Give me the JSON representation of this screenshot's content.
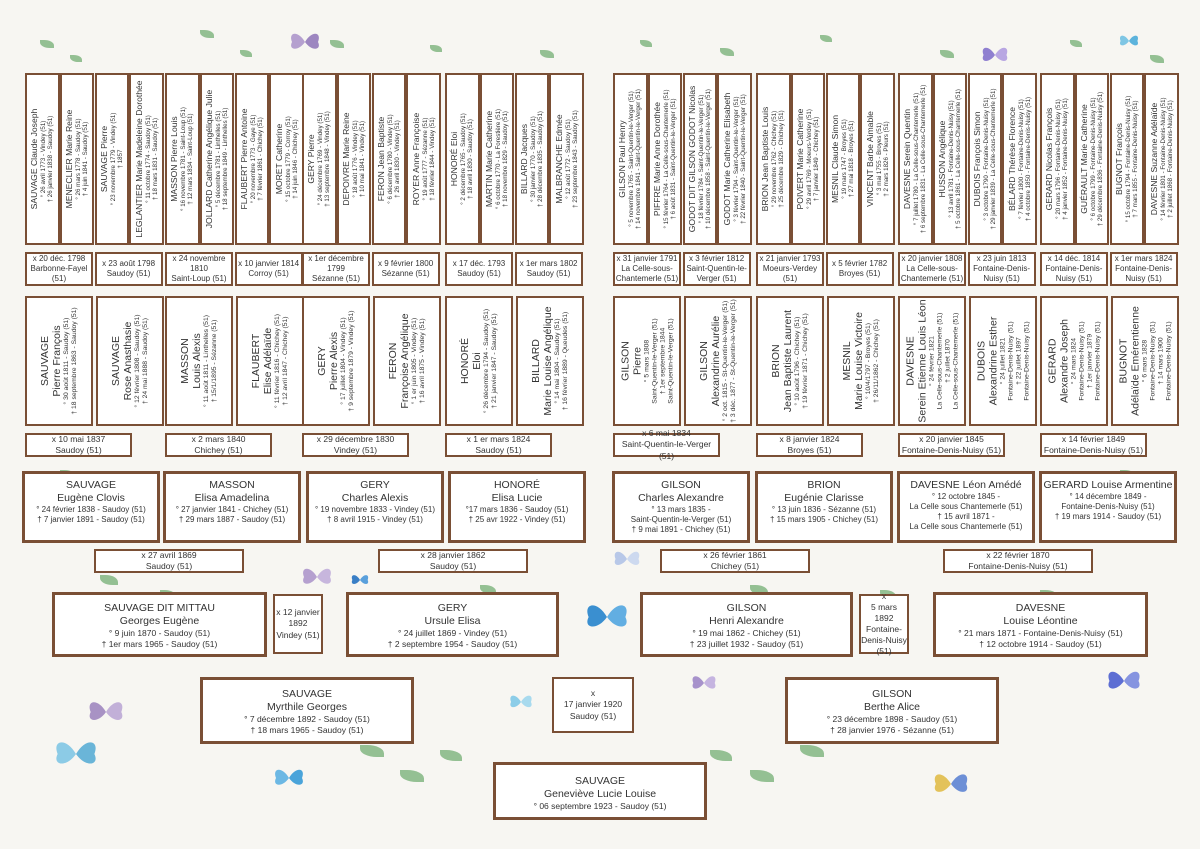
{
  "gen6": [
    {
      "name": "SAUVAGE Claude Joseph",
      "l1": "° 26 avril 1773 - Vindey (51)",
      "l2": "† 26 janvier 1838 - Saudoy (51)"
    },
    {
      "name": "MENECLIER Marie Reine",
      "l1": "° 26 mars 1778 - Saudoy (51)",
      "l2": "† 4 juin 1841 - Saudoy (51)"
    },
    {
      "name": "SAUVAGE Pierre",
      "l1": "° 23 novembre 1779 - Vindey (51)",
      "l2": "† 1857"
    },
    {
      "name": "LEGLANTIER Marie Madeleine Dorothée",
      "l1": "° 11 octobre 1774 - Saudoy (51)",
      "l2": "† 18 mars 1831 - Saudoy (51)"
    },
    {
      "name": "MASSON Pierre Louis",
      "l1": "° 16 novembre 1781 - Saint-Loup (51)",
      "l2": "† 12 mars 1834 - Saint-Loup (51)"
    },
    {
      "name": "JOLLARD Catherine Angélique Julie",
      "l1": "° 5 décembre 1781 - Linthelles (51)",
      "l2": "† 18 septembre 1849 - Linthelles (51)"
    },
    {
      "name": "FLAUBERT Pierre Antoine",
      "l1": "° 20 novembre 1773 - Gaye (51)",
      "l2": "† 7 février 1861 - Chichey (51)"
    },
    {
      "name": "MORET Catherine",
      "l1": "° 15 octobre 1779 - Corroy (51)",
      "l2": "† 14 juin 1846 - Chichey (51)"
    },
    {
      "name": "GERY Pierre",
      "l1": "° 24 décembre 1769 - Vindey (51)",
      "l2": "† 13 septembre 1848 - Vindey (51)"
    },
    {
      "name": "DEPOIVRE Marie Reine",
      "l1": "° 18 août 1776 - Vindey (51)",
      "l2": "† 10 mai 1841 - Vindey (51)"
    },
    {
      "name": "FERON Jean Baptiste",
      "l1": "° 6 décembre 1780 - Vindey (51)",
      "l2": "† 26 avril 1830 - Vindey (51)"
    },
    {
      "name": "ROYER Anne Françoise",
      "l1": "° 19 août 1777 - Sézanne (51)",
      "l2": "† 18 février 1844 - Vindey (51)"
    },
    {
      "name": "HONORÉ Eloi",
      "l1": "° 2 décembre 1765 - Saudoy (51)",
      "l2": "† 18 avril 1830 - Saudoy (51)"
    },
    {
      "name": "MARTIN Marie Catherine",
      "l1": "° 6 octobre 1770 - La Forestière (51)",
      "l2": "† 18 novembre 1829 - Saudoy (51)"
    },
    {
      "name": "BILLARD Jacques",
      "l1": "° 30 janvier 1770 - Saudoy (51)",
      "l2": "† 28 décembre 1835 - Saudoy (51)"
    },
    {
      "name": "MALBRANCHE Edmée",
      "l1": "° 12 août 1772 - Saudoy (51)",
      "l2": "† 23 septembre 1843 - Saudoy (51)"
    },
    {
      "name": "GILSON Paul Henry",
      "l1": "° 5 novembre 1765 - Saint-Quentin-le-Verger (51)",
      "l2": "† 14 novembre 1841 - Saint-Quentin-le-Verger (51)"
    },
    {
      "name": "PIFFRE Marie Anne Dorothée",
      "l1": "° 15 février 1764 - La Celle-sous-Chantemerle (51)",
      "l2": "† 6 août 1831 - Saint-Quentin-le-Verger (51)"
    },
    {
      "name": "GODOT DIT GILSON GODOT Nicolas",
      "l1": "° 18 février 1784 - Saint-Quentin-le-Verger (51)",
      "l2": "† 10 décembre 1858 - Saint-Quentin-le-Verger (51)"
    },
    {
      "name": "GODOT Marie Catherine Elisabeth",
      "l1": "° 3 février 1794 - Saint-Quentin-le-Verger (51)",
      "l2": "† 22 février 1840 - Saint-Quentin-le-Verger (51)"
    },
    {
      "name": "BRION Jean Baptiste Louis",
      "l1": "° 29 novembre 1762 - Chichey (51)",
      "l2": "† 25 décembre 1829 - Chichey (51)"
    },
    {
      "name": "POIVERT Marie Catherine",
      "l1": "° 29 avril 1769 - Moeurs-Verdey (51)",
      "l2": "† 7 janvier 1849 - Chichey (51)"
    },
    {
      "name": "MESNIL Claude Simon",
      "l1": "° 19 mars 1747 - Broyes (51)",
      "l2": "† 27 mai 1818 - Broyes (51)"
    },
    {
      "name": "VINCENT Barbe Aimable",
      "l1": "° 3 mai 1755 - Broyes (51)",
      "l2": "† 2 mars 1826 - Pleurs (51)"
    },
    {
      "name": "DAVESNE Serein Quentin",
      "l1": "° 7 juillet 1780 - La Celle-sous-Chantemerle (51)",
      "l2": "† 6 septembre 1831 - La Celle-sous-Chantemerle (51)"
    },
    {
      "name": "HUSSON Angélique",
      "l1": "° 13 avril 1781 - Fontaine-Denis-Nuisy (51)",
      "l2": "† 5 octobre 1861 - La Celle-sous-Chantemerle (51)"
    },
    {
      "name": "DUBOIS François Simon",
      "l1": "° 3 octobre 1790 - Fontaine-Denis-Nuisy (51)",
      "l2": "† 29 janvier 1839 - La Celle-sous-Chantemerle (51)"
    },
    {
      "name": "BÉLARD Thérèse Florence",
      "l1": "° 7 février 1800 - Fontaine-Denis-Nuisy (51)",
      "l2": "† 4 octobre 1850 - Fontaine-Denis-Nuisy (51)"
    },
    {
      "name": "GERARD Nicolas François",
      "l1": "° 20 mars 1796 - Fontaine-Denis-Nuisy (51)",
      "l2": "† 4 janvier 1852 - Fontaine-Denis-Nuisy (51)"
    },
    {
      "name": "GUÉRAULT Marie Catherine",
      "l1": "° 6 octobre 1799 - Fontaine-Denis-Nuisy (51)",
      "l2": "† 29 décembre 1836 - Fontaine-Denis-Nuisy (51)"
    },
    {
      "name": "BUGNOT François",
      "l1": "° 15 octobre 1794 - Fontaine-Denis-Nuisy (51)",
      "l2": "† 7 mars 1855 - Fontaine-Denis-Nuisy (51)"
    },
    {
      "name": "DAVESNE Suzanne Adélaïde",
      "l1": "° 14 février 1801 - Fontaine-Denis-Nuisy (51)",
      "l2": "† 2 juillet 1868 - Fontaine-Denis-Nuisy (51)"
    }
  ],
  "mar5": [
    {
      "l1": "x 20 déc. 1798",
      "l2": "Barbonne-Fayel (51)"
    },
    {
      "l1": "x 23 août 1798",
      "l2": "Saudoy (51)"
    },
    {
      "l1": "x 24 novembre 1810",
      "l2": "Saint-Loup (51)"
    },
    {
      "l1": "x 10 janvier 1814",
      "l2": "Corroy (51)"
    },
    {
      "l1": "x 1er décembre 1799",
      "l2": "Sézanne (51)"
    },
    {
      "l1": "x 9 février 1800",
      "l2": "Sézanne (51)"
    },
    {
      "l1": "x 17 déc. 1793",
      "l2": "Saudoy (51)"
    },
    {
      "l1": "x 1er mars 1802",
      "l2": "Saudoy (51)"
    },
    {
      "l1": "x 31 janvier 1791",
      "l2": "La Celle-sous-Chantemerle (51)"
    },
    {
      "l1": "x 3 février 1812",
      "l2": "Saint-Quentin-le-Verger (51)"
    },
    {
      "l1": "x 21 janvier 1793",
      "l2": "Moeurs-Verdey (51)"
    },
    {
      "l1": "x 5 février 1782",
      "l2": "Broyes (51)"
    },
    {
      "l1": "x 20 janvier 1808",
      "l2": "La Celle-sous-Chantemerle (51)"
    },
    {
      "l1": "x 23 juin 1813",
      "l2": "Fontaine-Denis-Nuisy (51)"
    },
    {
      "l1": "x 14 déc. 1814",
      "l2": "Fontaine-Denis-Nuisy (51)"
    },
    {
      "l1": "x 1er mars 1824",
      "l2": "Fontaine-Denis-Nuisy (51)"
    }
  ],
  "gen5": [
    {
      "surname": "SAUVAGE",
      "given": "Pierre François",
      "l1": "° 30 août 1811 - Saudoy (51)",
      "l2": "† 18 septembre 1863 - Saudoy (51)"
    },
    {
      "surname": "SAUVAGE",
      "given": "Rose Anasthasie",
      "l1": "° 12 février 1808 - Saudoy (51)",
      "l2": "† 24 mai 1888 - Saudoy (51)"
    },
    {
      "surname": "MASSON",
      "given": "Louis Alexis",
      "l1": "° 11 août 1811 - Linthelles (51)",
      "l2": "† 15/1/1895 - Sézanne (51)"
    },
    {
      "surname": "FLAUBERT",
      "given": "Elise Adélaïde",
      "l1": "° 11 février 1816 - Chichey (51)",
      "l2": "† 12 avril 1847 - Chichey (51)"
    },
    {
      "surname": "GERY",
      "given": "Pierre Alexis",
      "l1": "° 17 juillet 1804 - Vindey (51)",
      "l2": "† 9 septembre 1879 - Vindey (51)"
    },
    {
      "surname": "FERON",
      "given": "Françoise Angélique",
      "l1": "° 1 er juin 1805 - Vindey (51)",
      "l2": "† 16 avril 1875 - Vindey (51)"
    },
    {
      "surname": "HONORÉ",
      "given": "Eloi",
      "l1": "° 26 décembre 1794 - Saudoy (51)",
      "l2": "† 21 janvier 1847 - Saudoy (51)"
    },
    {
      "surname": "BILLARD",
      "given": "Marie Louise Angélique",
      "l1": "° 14 mai 1804 - Saudoy (51)",
      "l2": "† 16 février 1889 - Queudes (51)"
    },
    {
      "surname": "GILSON",
      "given": "Pierre",
      "l1": "° 5 mars 1808",
      "l2": "Saint-Quentin-le-Verger (51)",
      "l3": "† 1er septembre 1844",
      "l4": "Saint-Quentin-le-Verger (51)"
    },
    {
      "surname": "GILSON",
      "given": "Alexandrine Aurélie",
      "l1": "° 2 oct. 1815 - St-Quentin-le-Verger (51)",
      "l2": "† 3 déc. 1877 - St-Quentin-le-Verger (51)"
    },
    {
      "surname": "BRION",
      "given": "Jean Baptiste Laurent",
      "l1": "° 10 août 1796 - Chichey (51)",
      "l2": "† 19 février 1871 - Chichey (51)"
    },
    {
      "surname": "MESNIL",
      "given": "Marie Louise Victoire",
      "l1": "° 10/4/1797 - Broyes (51)",
      "l2": "† 26/11/1862 - Chichey (51)"
    },
    {
      "surname": "DAVESNE",
      "given": "Serein Etienne Louis Léon",
      "l1": "° 24 février 1821",
      "l2": "La Celle-sous-Chantemerle (51)",
      "l3": "† 2 juillet 1870",
      "l4": "La Celle-sous-Chantemerle (51)"
    },
    {
      "surname": "DUBOIS",
      "given": "Alexandrine Esther",
      "l1": "° 24 juillet 1821",
      "l2": "Fontaine-Denis-Nuisy (51)",
      "l3": "† 22 juillet 1897",
      "l4": "Fontaine-Denis-Nuisy (51)"
    },
    {
      "surname": "GERARD",
      "given": "Alexandre Joseph",
      "l1": "° 24 mars 1824",
      "l2": "Fontaine-Denis-Nuisy (51)",
      "l3": "† 1er janvier 1879",
      "l4": "Fontaine-Denis-Nuisy (51)"
    },
    {
      "surname": "BUGNOT",
      "given": "Adélaïde Emérentienne",
      "l1": "° 6 mars 1828",
      "l2": "Fontaine-Denis-Nuisy (51)",
      "l3": "† 14 mars 1900",
      "l4": "Fontaine-Denis-Nuisy (51)"
    }
  ],
  "mar4": [
    {
      "l1": "x 10 mai 1837",
      "l2": "Saudoy (51)"
    },
    {
      "l1": "x 2 mars 1840",
      "l2": "Chichey (51)"
    },
    {
      "l1": "x 29 décembre 1830",
      "l2": "Vindey (51)"
    },
    {
      "l1": "x 1 er mars 1824",
      "l2": "Saudoy (51)"
    },
    {
      "l1": "x 6 mai 1834",
      "l2": "Saint-Quentin-le-Verger (51)"
    },
    {
      "l1": "x 8 janvier 1824",
      "l2": "Broyes (51)"
    },
    {
      "l1": "x 20 janvier 1845",
      "l2": "Fontaine-Denis-Nuisy (51)"
    },
    {
      "l1": "x 14 février 1849",
      "l2": "Fontaine-Denis-Nuisy (51)"
    }
  ],
  "gen4": [
    {
      "surname": "SAUVAGE",
      "given": "Eugène Clovis",
      "l1": "° 24 février 1838 - Saudoy (51)",
      "l2": "† 7 janvier 1891 - Saudoy (51)"
    },
    {
      "surname": "MASSON",
      "given": "Elisa Amadelina",
      "l1": "° 27 janvier 1841 - Chichey (51)",
      "l2": "† 29 mars 1887 - Saudoy (51)"
    },
    {
      "surname": "GERY",
      "given": "Charles Alexis",
      "l1": "° 19 novembre 1833 - Vindey (51)",
      "l2": "† 8 avril 1915 - Vindey (51)"
    },
    {
      "surname": "HONORÉ",
      "given": "Elisa Lucie",
      "l1": "°17 mars 1836 - Saudoy (51)",
      "l2": "† 25 avr 1922 - Vindey (51)"
    },
    {
      "surname": "GILSON",
      "given": "Charles Alexandre",
      "l1": "° 13 mars 1835 -",
      "l2": "Saint-Quentin-le-Verger (51)",
      "l3": "† 9 mai 1891 - Chichey (51)"
    },
    {
      "surname": "BRION",
      "given": "Eugénie Clarisse",
      "l1": "° 13 juin 1836 - Sézanne (51)",
      "l2": "† 15 mars 1905 - Chichey (51)"
    },
    {
      "surname": "DAVESNE Léon Amédé",
      "given": "",
      "l1": "° 12 octobre 1845 -",
      "l2": "La Celle sous Chantemerle (51)",
      "l3": "† 15 avril 1871 -",
      "l4": "La Celle sous Chantemerle (51)"
    },
    {
      "surname": "GERARD Louise Armentine",
      "given": "",
      "l1": "° 14 décembre 1849 -",
      "l2": "Fontaine-Denis-Nuisy (51)",
      "l3": "† 19 mars 1914 - Saudoy (51)"
    }
  ],
  "mar3": [
    {
      "l1": "x 27 avril 1869",
      "l2": "Saudoy (51)"
    },
    {
      "l1": "x 28 janvier 1862",
      "l2": "Saudoy (51)"
    },
    {
      "l1": "x 26 février 1861",
      "l2": "Chichey (51)"
    },
    {
      "l1": "x 22 février 1870",
      "l2": "Fontaine-Denis-Nuisy (51)"
    }
  ],
  "gen3": [
    {
      "surname": "SAUVAGE DIT MITTAU",
      "given": "Georges Eugène",
      "l1": "° 9 juin 1870 - Saudoy (51)",
      "l2": "† 1er mars 1965 - Saudoy (51)"
    },
    {
      "surname": "GERY",
      "given": "Ursule Elisa",
      "l1": "° 24 juillet 1869 - Vindey (51)",
      "l2": "† 2 septembre 1954 - Saudoy (51)"
    },
    {
      "surname": "GILSON",
      "given": "Henri Alexandre",
      "l1": "° 19 mai 1862 - Chichey (51)",
      "l2": "† 23 juillet 1932 - Saudoy (51)"
    },
    {
      "surname": "DAVESNE",
      "given": "Louise Léontine",
      "l1": "° 21 mars 1871 - Fontaine-Denis-Nuisy (51)",
      "l2": "† 12 octobre 1914 - Saudoy (51)"
    }
  ],
  "mar2": [
    {
      "l1": "x 12 janvier",
      "l2": "1892",
      "l3": "Vindey (51)"
    },
    {
      "l1": "x",
      "l2": "5 mars 1892",
      "l3": "Fontaine-",
      "l4": "Denis-Nuisy (51)"
    }
  ],
  "gen2": [
    {
      "surname": "SAUVAGE",
      "given": "Myrthile Georges",
      "l1": "° 7 décembre 1892 - Saudoy (51)",
      "l2": "† 18 mars 1965 - Saudoy (51)"
    },
    {
      "surname": "GILSON",
      "given": "Berthe Alice",
      "l1": "° 23 décembre 1898 - Saudoy (51)",
      "l2": "† 28 janvier 1976 - Sézanne (51)"
    }
  ],
  "mar1": {
    "l1": "x",
    "l2": "17 janvier 1920",
    "l3": "Saudoy (51)"
  },
  "gen1": {
    "surname": "SAUVAGE",
    "given": "Geneviève Lucie Louise",
    "l1": "° 06 septembre 1923 - Saudoy (51)"
  },
  "colors": {
    "border": "#7a4f35",
    "leaf": "#5fa35f",
    "background": "#f7f6f2"
  }
}
